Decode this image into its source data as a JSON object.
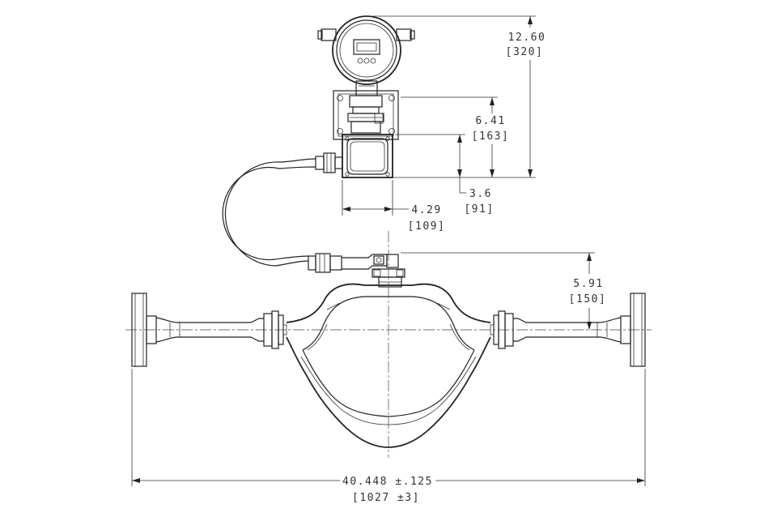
{
  "dimensions": {
    "overall_height": {
      "value": "12.60",
      "metric": "[320]"
    },
    "electronics_height": {
      "value": "6.41",
      "metric": "[163]"
    },
    "junction_box_height": {
      "value": "3.6",
      "metric": "[91]"
    },
    "junction_box_width": {
      "value": "4.29",
      "metric": "[109]"
    },
    "sensor_height": {
      "value": "5.91",
      "metric": "[150]"
    },
    "face_to_face_length": {
      "value": "40.448 ±.125",
      "metric": "[1027 ±3]"
    }
  },
  "colors": {
    "line": "#222222",
    "background": "#ffffff"
  }
}
